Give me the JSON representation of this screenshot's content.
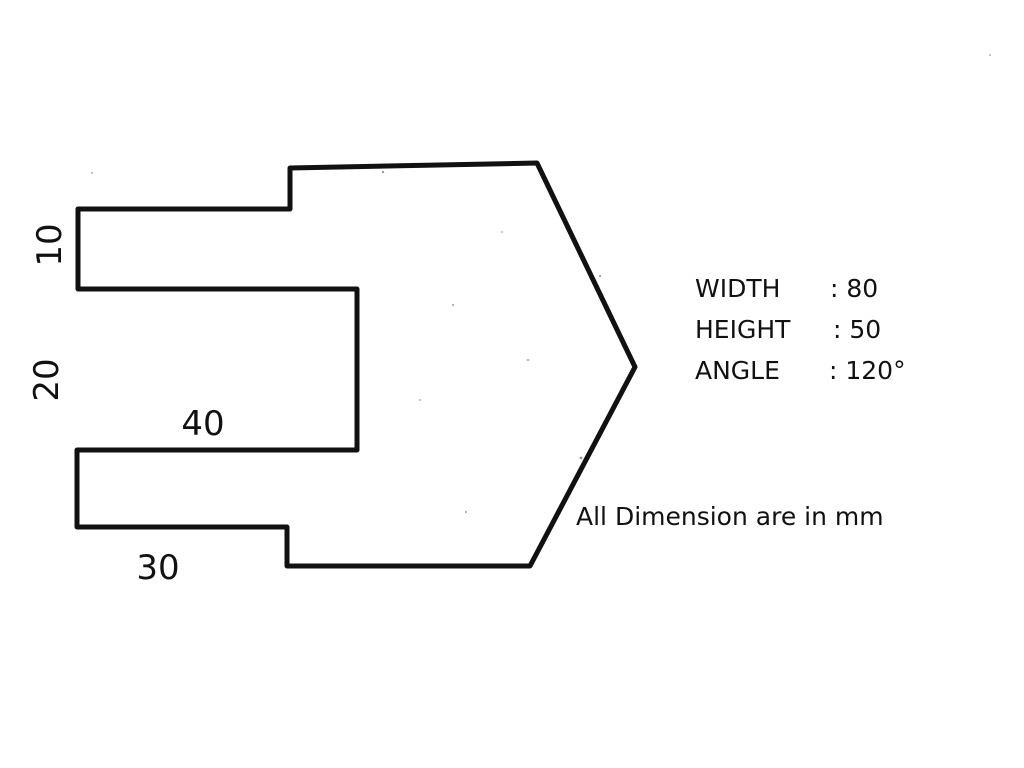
{
  "dimensions": {
    "d10": "10",
    "d20": "20",
    "d40": "40",
    "d30": "30"
  },
  "specs": [
    {
      "label": "WIDTH",
      "value": ": 80"
    },
    {
      "label": "HEIGHT",
      "value": ": 50"
    },
    {
      "label": "ANGLE",
      "value": ": 120°"
    }
  ],
  "note": "All Dimension are in mm",
  "colors": {
    "ink": "#111111",
    "paper": "#ffffff"
  }
}
